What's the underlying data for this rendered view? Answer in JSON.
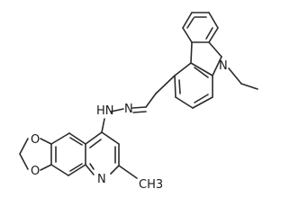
{
  "molecule": {
    "atom_labels": {
      "carbazole_n": "N",
      "ethyl_ch3": "",
      "hydrazone_nh": "HN",
      "imine_n": "N",
      "dioxole_o_upper": "O",
      "dioxole_o_lower": "O",
      "quinoline_n": "N",
      "methyl": "CH3"
    },
    "bond_color": "#2b2b2b",
    "background": "#ffffff"
  }
}
